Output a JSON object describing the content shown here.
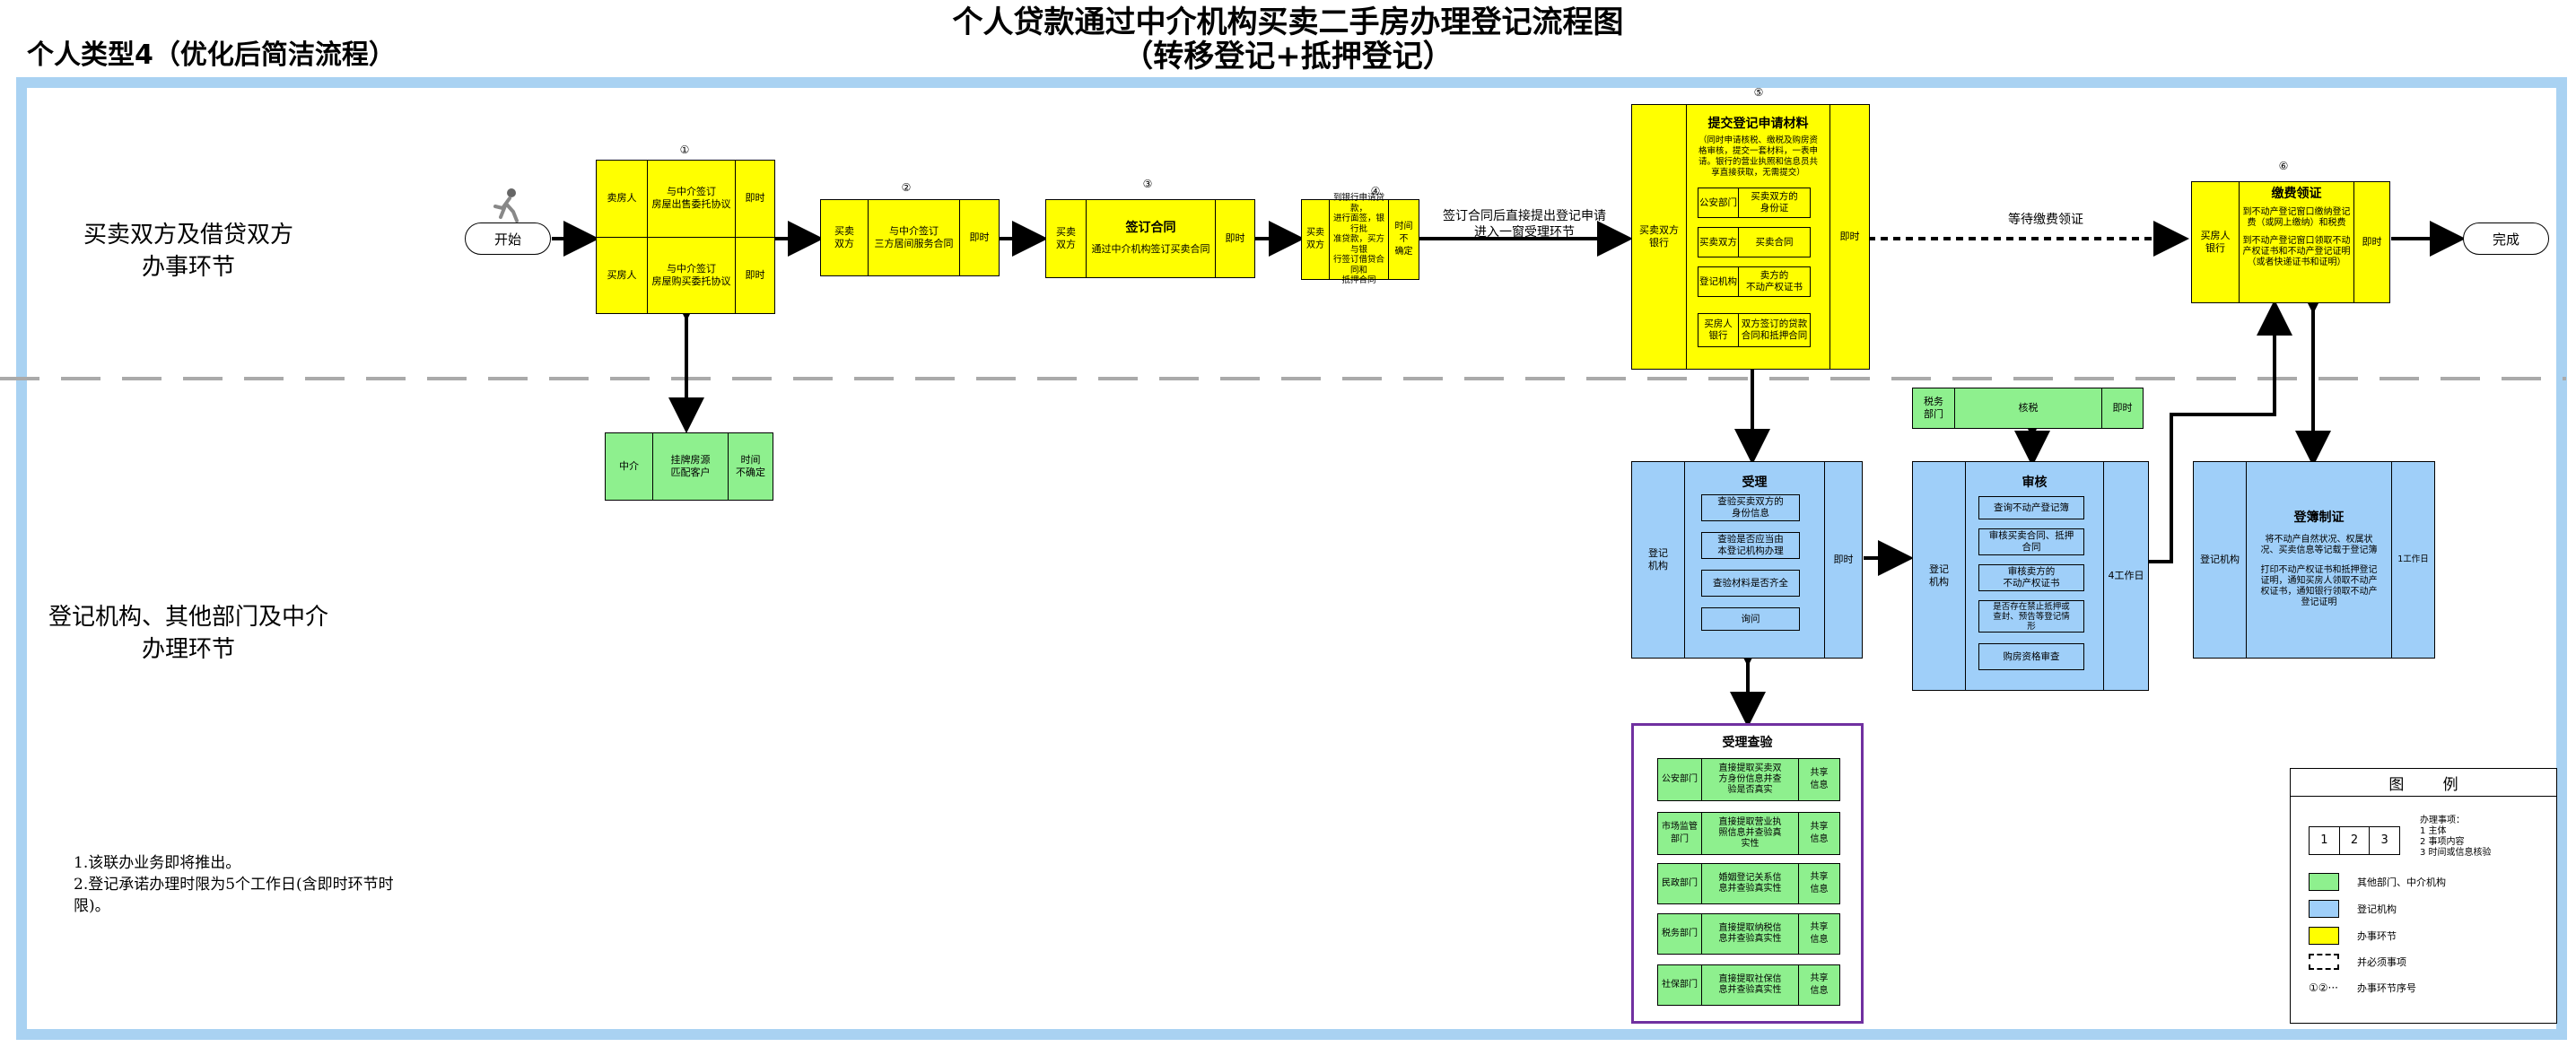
{
  "header": {
    "left_label": "个人类型4（优化后简洁流程）",
    "title_line1": "个人贷款通过中介机构买卖二手房办理登记流程图",
    "title_line2": "（转移登记+抵押登记）"
  },
  "lanes": {
    "top": "买卖双方及借贷双方\n办事环节",
    "bottom": "登记机构、其他部门及中介\n办理环节"
  },
  "terminals": {
    "start": "开始",
    "end": "完成"
  },
  "step1": {
    "num": "①",
    "rows": [
      {
        "who": "卖房人",
        "what": "与中介签订\n房屋出售委托协议",
        "time": "即时"
      },
      {
        "who": "买房人",
        "what": "与中介签订\n房屋购买委托协议",
        "time": "即时"
      }
    ]
  },
  "agent_box": {
    "who": "中介",
    "what": "挂牌房源\n匹配客户",
    "time": "时间\n不确定"
  },
  "step2": {
    "num": "②",
    "who": "买卖\n双方",
    "what": "与中介签订\n三方居间服务合同",
    "time": "即时"
  },
  "step3": {
    "num": "③",
    "who": "买卖\n双方",
    "what_title": "签订合同",
    "what": "通过中介机构签订买卖合同",
    "time": "即时"
  },
  "step4": {
    "num": "④",
    "who": "买卖\n双方",
    "what": "到银行申请贷款，\n进行面签，银行批\n准贷款，买方与银\n行签订借贷合同和\n抵押合同",
    "time": "时间不\n确定"
  },
  "edge_after4": "签订合同后直接提出登记申请\n进入一窗受理环节",
  "step5": {
    "num": "⑤",
    "who": "买卖双方\n银行",
    "title": "提交登记申请材料",
    "subtitle": "（同时申请核税、缴税及购房资\n格审核，提交一套材料，一表申\n请。银行的营业执照和信息员共\n享直接获取，无需提交）",
    "items": [
      {
        "who": "公安部门",
        "what": "买卖双方的\n身份证"
      },
      {
        "who": "买卖双方",
        "what": "买卖合同"
      },
      {
        "who": "登记机构",
        "what": "卖方的\n不动产权证书"
      },
      {
        "who": "买房人\n银行",
        "what": "双方签订的贷款\n合同和抵押合同"
      }
    ],
    "time": "即时"
  },
  "edge_wait": "等待缴费领证",
  "step6": {
    "num": "⑥",
    "who": "买房人\n银行",
    "title": "缴费领证",
    "desc1": "到不动产登记窗口缴纳登记\n费（或网上缴纳）和税费",
    "desc2": "到不动产登记窗口领取不动\n产权证书和不动产登记证明\n（或者快递证书和证明）",
    "time": "即时"
  },
  "accept": {
    "who": "登记\n机构",
    "title": "受理",
    "items": [
      "查验买卖双方的\n身份信息",
      "查验是否应当由\n本登记机构办理",
      "查验材料是否齐全",
      "询问"
    ],
    "time": "即时"
  },
  "tax": {
    "who": "税务\n部门",
    "what": "核税",
    "time": "即时"
  },
  "review": {
    "who": "登记\n机构",
    "title": "审核",
    "items": [
      "查询不动产登记簿",
      "审核买卖合同、抵押\n合同",
      "审核卖方的\n不动产权证书",
      "是否存在禁止抵押或\n查封、预告等登记情\n形",
      "购房资格审查"
    ],
    "time": "4工作日"
  },
  "register": {
    "who": "登记机构",
    "title": "登簿制证",
    "desc1": "将不动产自然状况、权属状\n况、买卖信息等记载于登记簿",
    "desc2": "打印不动产权证书和抵押登记\n证明，通知买房人领取不动产\n权证书，通知银行领取不动产\n登记证明",
    "time": "1工作日"
  },
  "verify": {
    "title": "受理查验",
    "rows": [
      {
        "who": "公安部门",
        "what": "直接提取买卖双\n方身份信息并查\n验是否真实",
        "time": "共享\n信息"
      },
      {
        "who": "市场监管\n部门",
        "what": "直接提取营业执\n照信息并查验真\n实性",
        "time": "共享\n信息"
      },
      {
        "who": "民政部门",
        "what": "婚姻登记关系信\n息并查验真实性",
        "time": "共享\n信息"
      },
      {
        "who": "税务部门",
        "what": "直接提取纳税信\n息并查验真实性",
        "time": "共享\n信息"
      },
      {
        "who": "社保部门",
        "what": "直接提取社保信\n息并查验真实性",
        "time": "共享\n信息"
      }
    ]
  },
  "notes": [
    "1.该联办业务即将推出。",
    "2.登记承诺办理时限为5个工作日(含即时环节时\n限)。"
  ],
  "legend": {
    "title": "图        例",
    "cells": [
      "1",
      "2",
      "3"
    ],
    "cells_desc": "办理事项：\n1 主体\n2 事项内容\n3 时间或信息核验",
    "items": [
      {
        "color": "#8ef08e",
        "label": "其他部门、中介机构"
      },
      {
        "color": "#9fcff9",
        "label": "登记机构"
      },
      {
        "color": "#ffff00",
        "label": "办事环节"
      }
    ],
    "dashed_label": "并必须事项",
    "seq_symbol": "①②···",
    "seq_label": "办事环节序号"
  },
  "colors": {
    "frame": "#a9d2f2",
    "yellow": "#ffff00",
    "green": "#8ef08e",
    "blue": "#9fcff9",
    "purple": "#7030a0"
  }
}
